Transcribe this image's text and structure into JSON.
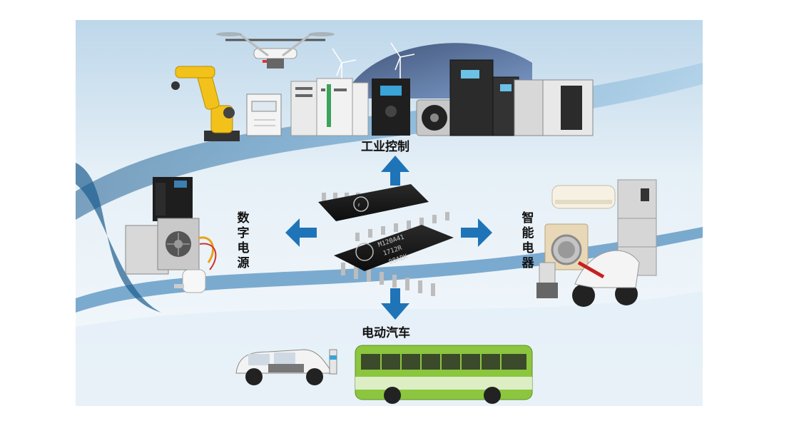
{
  "labels": {
    "industrial_control": "工业控制",
    "digital_power": "数字电源",
    "smart_appliances": "智能电器",
    "electric_vehicles": "电动汽车"
  },
  "chip": {
    "marking_line1": "M120A41",
    "marking_line2": "1712R",
    "marking_line3": "08ABK"
  },
  "colors": {
    "arrow": "#1f74b8",
    "bus_green": "#8cc63f",
    "chip_body": "#1a1a1a"
  }
}
